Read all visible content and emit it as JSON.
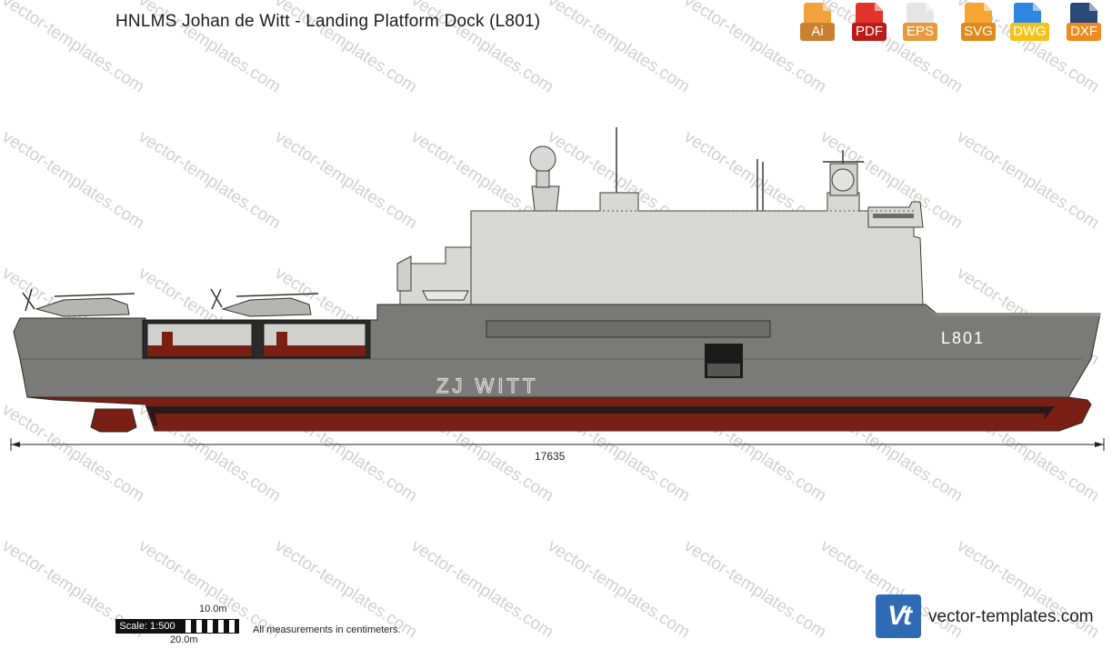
{
  "title": "HNLMS Johan de Witt - Landing Platform Dock (L801)",
  "formats": [
    {
      "label": "Ai",
      "color": "#f0a23c",
      "band": "#c98030",
      "icon": "ai-file-icon"
    },
    {
      "label": "PDF",
      "color": "#e0332b",
      "band": "#b81d17",
      "icon": "pdf-file-icon"
    },
    {
      "label": "EPS",
      "color": "#e5e5e5",
      "band": "#e79a3b",
      "icon": "eps-file-icon"
    },
    {
      "label": "SVG",
      "color": "#f5a532",
      "band": "#e08a1e",
      "icon": "svg-file-icon"
    },
    {
      "label": "DWG",
      "color": "#2e86de",
      "band": "#f2c21a",
      "icon": "dwg-file-icon"
    },
    {
      "label": "DXF",
      "color": "#2c4a78",
      "band": "#f08a1f",
      "icon": "dxf-file-icon"
    }
  ],
  "watermark": "vector-templates.com",
  "ship": {
    "hull_number": "L801",
    "stern_name": "ZJ WITT"
  },
  "length_dimension": "17635",
  "scale": {
    "label": "Scale: 1:500",
    "mark_10": "10.0m",
    "mark_20": "20.0m"
  },
  "measurement_note": "All measurements in centimeters.",
  "brand": {
    "logo": "Vt",
    "text": "vector-templates.com"
  }
}
